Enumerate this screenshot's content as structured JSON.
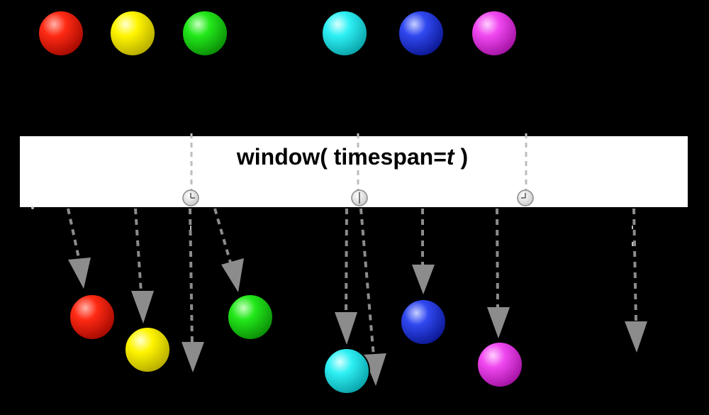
{
  "operator": {
    "name_prefix": "window( timespan=",
    "param": "t",
    "name_suffix": " )"
  },
  "colors": {
    "background": "#000000",
    "operator_box": "#ffffff",
    "arrow": "#8c8c8c",
    "marble_red": "#e8100a",
    "marble_yellow": "#f2ef00",
    "marble_green": "#14d60e",
    "marble_cyan": "#1ee6ea",
    "marble_blue": "#1f33d6",
    "marble_magenta": "#e83ae8"
  },
  "source_marbles": [
    {
      "name": "red-marble",
      "color": "marble_red"
    },
    {
      "name": "yellow-marble",
      "color": "marble_yellow"
    },
    {
      "name": "green-marble",
      "color": "marble_green"
    },
    {
      "name": "cyan-marble",
      "color": "marble_cyan"
    },
    {
      "name": "blue-marble",
      "color": "marble_blue"
    },
    {
      "name": "magenta-marble",
      "color": "marble_magenta"
    }
  ],
  "clock_icons": [
    {
      "name": "clock-icon"
    },
    {
      "name": "clock-icon"
    },
    {
      "name": "clock-icon"
    }
  ]
}
